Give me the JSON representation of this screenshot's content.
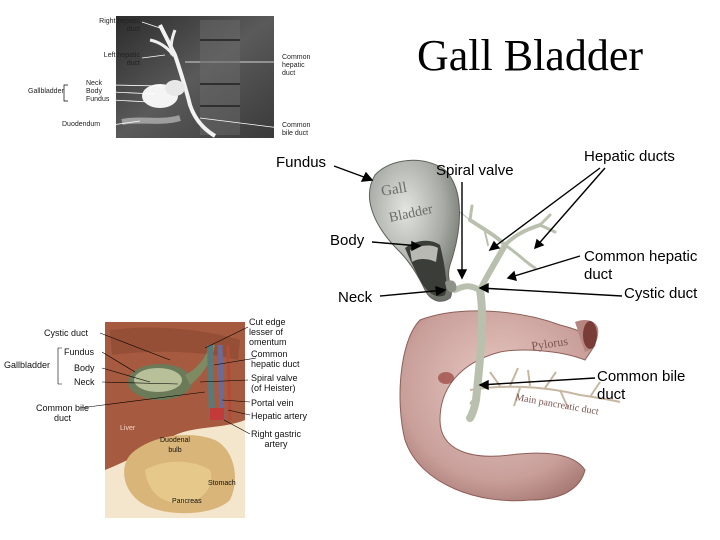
{
  "title": "Gall Bladder",
  "xray": {
    "right_hepatic_duct": "Right hepatic\nduct",
    "left_hepatic_duct": "Left hepatic\nduct",
    "neck": "Neck",
    "body": "Body",
    "fundus": "Fundus",
    "gallbladder": "Gallbladder",
    "duodendum": "Duodendum",
    "common_hepatic_duct": "Common\nhepatic\nduct",
    "common_bile_duct": "Common\nbile duct"
  },
  "main_labels": {
    "fundus": "Fundus",
    "spiral_valve": "Spiral valve",
    "hepatic_ducts": "Hepatic ducts",
    "body": "Body",
    "common_hepatic_duct": "Common hepatic\nduct",
    "cystic_duct": "Cystic duct",
    "neck": "Neck",
    "common_bile_duct": "Common bile\nduct"
  },
  "organ_text": {
    "gall": "Gall",
    "bladder": "Bladder",
    "pylorus": "Pylorus",
    "main_pancreatic_duct": "Main pancreatic duct"
  },
  "illustration": {
    "cystic_duct": "Cystic duct",
    "fundus": "Fundus",
    "gallbladder": "Gallbladder",
    "body": "Body",
    "neck": "Neck",
    "common_bile_duct": "Common bile\nduct",
    "cut_edge": "Cut edge\nlesser of\nomentum",
    "common_hepatic_duct": "Common\nhepatic duct",
    "spiral_valve": "Spiral valve\n(of Heister)",
    "portal_vein": "Portal vein",
    "hepatic_artery": "Hepatic artery",
    "right_gastric_artery": "Right gastric\nartery",
    "liver": "Liver",
    "duodenal_bulb": "Duodenal\nbulb",
    "stomach": "Stomach",
    "pancreas": "Pancreas"
  },
  "colors": {
    "xray_bg": "#4a4a4a",
    "gallbladder": "#a9aca6",
    "duodenum": "#c99f9a",
    "ducts": "#b9c1ae",
    "liver": "#a65a3f"
  }
}
